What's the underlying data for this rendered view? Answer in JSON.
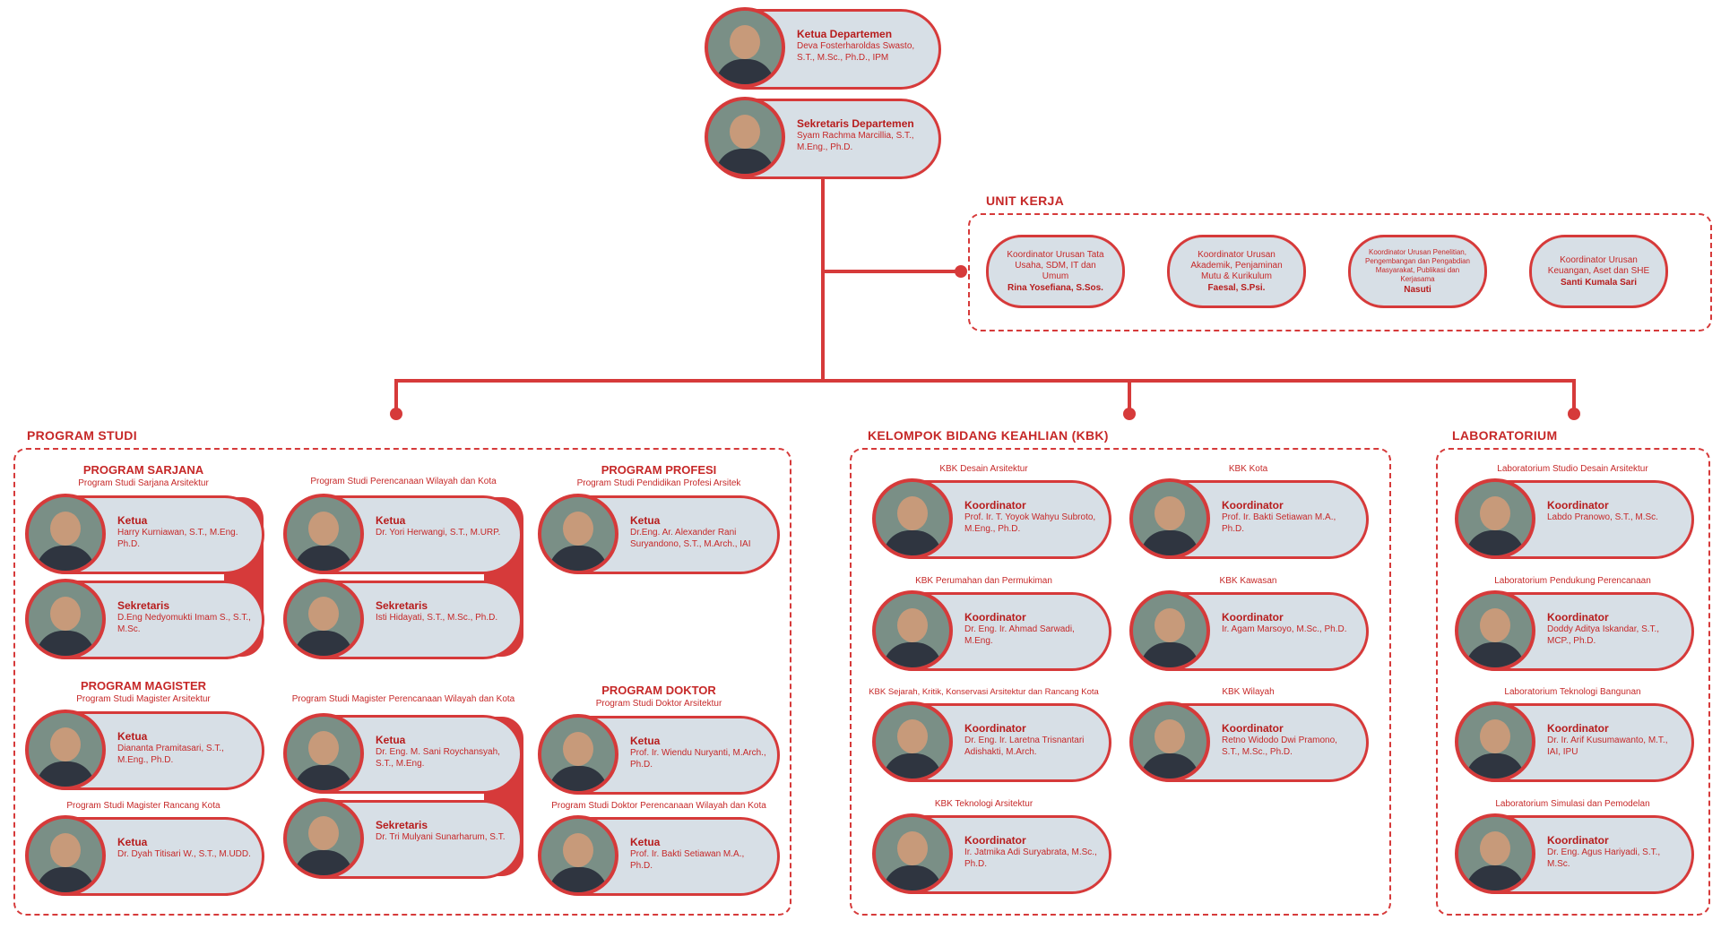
{
  "top": {
    "ketua": {
      "role": "Ketua Departemen",
      "name": "Deva Fosterharoldas Swasto, S.T., M.Sc., Ph.D., IPM"
    },
    "sekretaris": {
      "role": "Sekretaris Departemen",
      "name": "Syam Rachma Marcillia, S.T., M.Eng., Ph.D."
    }
  },
  "unit_kerja": {
    "title": "UNIT KERJA",
    "units": [
      {
        "role": "Koordinator Urusan Tata Usaha, SDM, IT dan Umum",
        "name": "Rina Yosefiana, S.Sos."
      },
      {
        "role": "Koordinator Urusan Akademik, Penjaminan Mutu & Kurikulum",
        "name": "Faesal, S.Psi."
      },
      {
        "role": "Koordinator Urusan Penelitian, Pengembangan dan Pengabdian Masyarakat, Publikasi dan Kerjasama",
        "name": "Nasuti"
      },
      {
        "role": "Koordinator Urusan Keuangan, Aset dan SHE",
        "name": "Santi Kumala Sari"
      }
    ]
  },
  "program_studi": {
    "title": "PROGRAM STUDI",
    "sarjana": {
      "title": "PROGRAM SARJANA",
      "label": "Program Studi Sarjana Arsitektur",
      "ketua": {
        "role": "Ketua",
        "name": "Harry Kurniawan, S.T., M.Eng. Ph.D."
      },
      "sekretaris": {
        "role": "Sekretaris",
        "name": "D.Eng Nedyomukti Imam S., S.T., M.Sc."
      }
    },
    "pwk": {
      "label": "Program Studi Perencanaan Wilayah dan Kota",
      "ketua": {
        "role": "Ketua",
        "name": "Dr. Yori Herwangi, S.T., M.URP."
      },
      "sekretaris": {
        "role": "Sekretaris",
        "name": "Isti Hidayati, S.T., M.Sc., Ph.D."
      }
    },
    "profesi": {
      "title": "PROGRAM PROFESI",
      "label": "Program Studi Pendidikan Profesi Arsitek",
      "ketua": {
        "role": "Ketua",
        "name": "Dr.Eng. Ar. Alexander Rani Suryandono, S.T., M.Arch., IAI"
      }
    },
    "magister": {
      "title": "PROGRAM MAGISTER",
      "label": "Program Studi Magister Arsitektur",
      "ketua": {
        "role": "Ketua",
        "name": "Diananta Pramitasari, S.T., M.Eng., Ph.D."
      },
      "label2": "Program Studi Magister Rancang Kota",
      "ketua2": {
        "role": "Ketua",
        "name": "Dr. Dyah Titisari W., S.T., M.UDD."
      }
    },
    "mpwk": {
      "label": "Program Studi Magister Perencanaan Wilayah dan Kota",
      "ketua": {
        "role": "Ketua",
        "name": "Dr. Eng. M. Sani Roychansyah, S.T., M.Eng."
      },
      "sekretaris": {
        "role": "Sekretaris",
        "name": "Dr. Tri Mulyani Sunarharum, S.T."
      }
    },
    "doktor": {
      "title": "PROGRAM DOKTOR",
      "label": "Program Studi Doktor Arsitektur",
      "ketua": {
        "role": "Ketua",
        "name": "Prof. Ir. Wiendu Nuryanti, M.Arch., Ph.D."
      },
      "label2": "Program Studi Doktor Perencanaan Wilayah dan Kota",
      "ketua2": {
        "role": "Ketua",
        "name": "Prof. Ir. Bakti Setiawan M.A., Ph.D."
      }
    }
  },
  "kbk": {
    "title": "KELOMPOK BIDANG KEAHLIAN (KBK)",
    "items": [
      {
        "label": "KBK Desain Arsitektur",
        "role": "Koordinator",
        "name": "Prof. Ir. T. Yoyok Wahyu Subroto, M.Eng., Ph.D."
      },
      {
        "label": "KBK Kota",
        "role": "Koordinator",
        "name": "Prof. Ir. Bakti Setiawan M.A., Ph.D."
      },
      {
        "label": "KBK Perumahan dan Permukiman",
        "role": "Koordinator",
        "name": "Dr. Eng. Ir. Ahmad Sarwadi, M.Eng."
      },
      {
        "label": "KBK Kawasan",
        "role": "Koordinator",
        "name": "Ir. Agam Marsoyo, M.Sc., Ph.D."
      },
      {
        "label": "KBK Sejarah, Kritik, Konservasi Arsitektur dan Rancang Kota",
        "role": "Koordinator",
        "name": "Dr. Eng. Ir. Laretna Trisnantari Adishakti, M.Arch."
      },
      {
        "label": "KBK Wilayah",
        "role": "Koordinator",
        "name": "Retno Widodo Dwi Pramono, S.T., M.Sc., Ph.D."
      },
      {
        "label": "KBK Teknologi Arsitektur",
        "role": "Koordinator",
        "name": "Ir. Jatmika Adi Suryabrata, M.Sc., Ph.D."
      }
    ]
  },
  "lab": {
    "title": "LABORATORIUM",
    "items": [
      {
        "label": "Laboratorium Studio Desain Arsitektur",
        "role": "Koordinator",
        "name": "Labdo Pranowo, S.T., M.Sc."
      },
      {
        "label": "Laboratorium Pendukung Perencanaan",
        "role": "Koordinator",
        "name": "Doddy Aditya Iskandar, S.T., MCP., Ph.D."
      },
      {
        "label": "Laboratorium Teknologi Bangunan",
        "role": "Koordinator",
        "name": "Dr. Ir. Arif Kusumawanto, M.T., IAI, IPU"
      },
      {
        "label": "Laboratorium Simulasi dan Pemodelan",
        "role": "Koordinator",
        "name": "Dr. Eng. Agus Hariyadi, S.T., M.Sc."
      }
    ]
  }
}
